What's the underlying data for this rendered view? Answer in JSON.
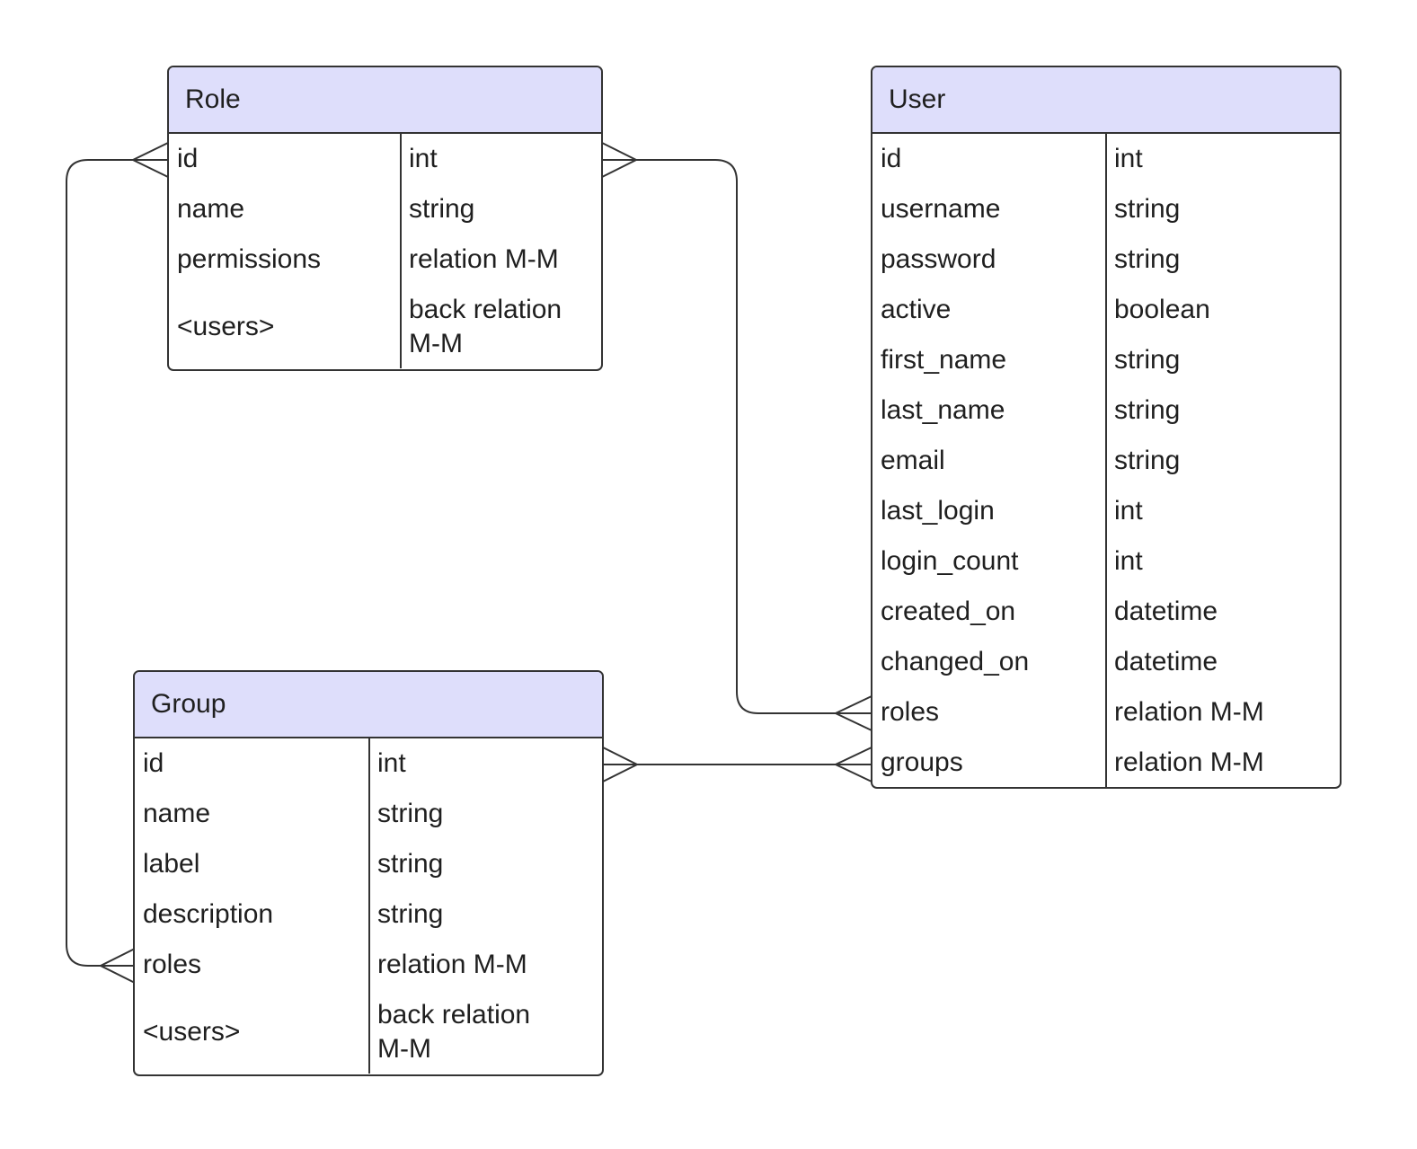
{
  "entities": {
    "role": {
      "title": "Role",
      "fields": [
        {
          "name": "id",
          "type": "int"
        },
        {
          "name": "name",
          "type": "string"
        },
        {
          "name": "permissions",
          "type": "relation M-M"
        },
        {
          "name": "<users>",
          "type": "back relation M-M"
        }
      ]
    },
    "user": {
      "title": "User",
      "fields": [
        {
          "name": "id",
          "type": "int"
        },
        {
          "name": "username",
          "type": "string"
        },
        {
          "name": "password",
          "type": "string"
        },
        {
          "name": "active",
          "type": "boolean"
        },
        {
          "name": "first_name",
          "type": "string"
        },
        {
          "name": "last_name",
          "type": "string"
        },
        {
          "name": "email",
          "type": "string"
        },
        {
          "name": "last_login",
          "type": "int"
        },
        {
          "name": "login_count",
          "type": "int"
        },
        {
          "name": "created_on",
          "type": "datetime"
        },
        {
          "name": "changed_on",
          "type": "datetime"
        },
        {
          "name": "roles",
          "type": "relation M-M"
        },
        {
          "name": "groups",
          "type": "relation M-M"
        }
      ]
    },
    "group": {
      "title": "Group",
      "fields": [
        {
          "name": "id",
          "type": "int"
        },
        {
          "name": "name",
          "type": "string"
        },
        {
          "name": "label",
          "type": "string"
        },
        {
          "name": "description",
          "type": "string"
        },
        {
          "name": "roles",
          "type": "relation M-M"
        },
        {
          "name": "<users>",
          "type": "back relation M-M"
        }
      ]
    }
  },
  "relationships": [
    {
      "from": "Group.roles",
      "to": "Role.id",
      "cardinality": "many-to-many"
    },
    {
      "from": "User.roles",
      "to": "Role.id",
      "cardinality": "many-to-many"
    },
    {
      "from": "User.groups",
      "to": "Group.id",
      "cardinality": "many-to-many"
    }
  ],
  "colors": {
    "header_fill": "#dedefb",
    "border": "#333333",
    "text": "#1f1f1f"
  }
}
